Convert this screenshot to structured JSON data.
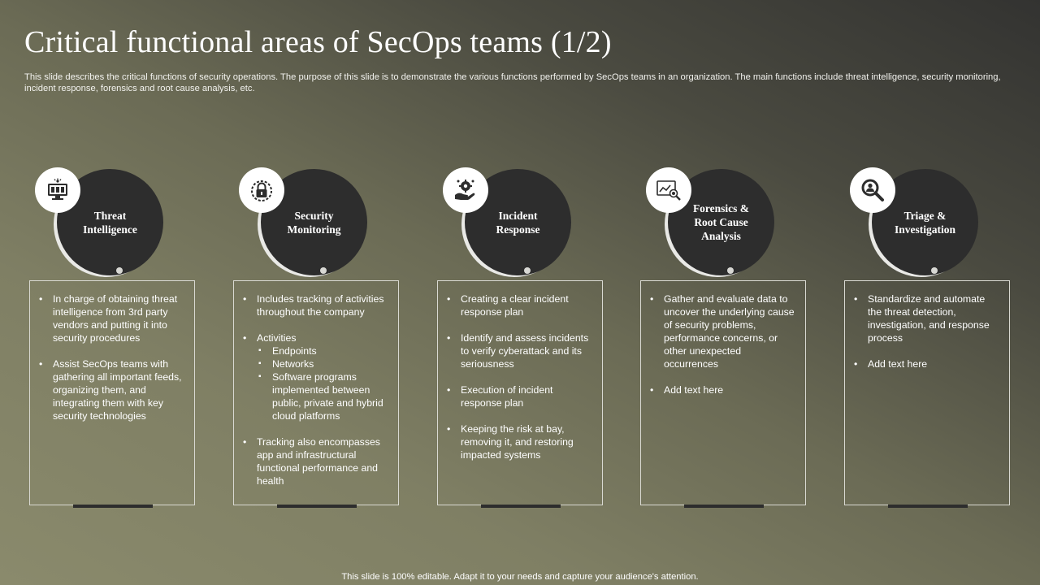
{
  "slide": {
    "title": "Critical functional areas of SecOps teams (1/2)",
    "description": "This slide describes the critical functions of security operations. The purpose of this slide is to demonstrate the various functions performed by SecOps teams in an organization. The main functions include threat intelligence, security monitoring, incident response, forensics and root cause analysis, etc.",
    "footer": "This slide is 100% editable. Adapt it to your needs and capture your audience's attention."
  },
  "columns": [
    {
      "icon": "server-monitor-icon",
      "heading": "Threat\nIntelligence",
      "items": [
        {
          "text": "In charge of obtaining threat intelligence from 3rd party vendors  and putting it into security procedures"
        },
        {
          "text": "Assist SecOps teams with gathering all important feeds, organizing them, and integrating them with key security technologies"
        }
      ]
    },
    {
      "icon": "padlock-icon",
      "heading": "Security\nMonitoring",
      "items": [
        {
          "text": "Includes tracking of activities throughout the company"
        },
        {
          "text": "Activities",
          "sub": [
            "Endpoints",
            "Networks",
            "Software programs implemented between public, private and hybrid cloud platforms"
          ]
        },
        {
          "text": "Tracking also encompasses app and infrastructural functional performance and health"
        }
      ]
    },
    {
      "icon": "hand-gear-icon",
      "heading": "Incident\nResponse",
      "items": [
        {
          "text": "Creating a clear incident response plan"
        },
        {
          "text": "Identify and assess incidents to verify cyberattack and its seriousness"
        },
        {
          "text": "Execution of incident response plan"
        },
        {
          "text": "Keeping the risk at bay, removing  it, and restoring impacted systems"
        }
      ]
    },
    {
      "icon": "analytics-search-icon",
      "heading": "Forensics &\nRoot Cause\nAnalysis",
      "items": [
        {
          "text": "Gather and evaluate data to uncover the underlying cause of security problems, performance concerns, or other unexpected occurrences"
        },
        {
          "text": "Add text here"
        }
      ]
    },
    {
      "icon": "magnifier-person-icon",
      "heading": "Triage &\nInvestigation",
      "items": [
        {
          "text": "Standardize and automate the threat detection, investigation, and response process"
        },
        {
          "text": "Add text here"
        }
      ]
    }
  ]
}
